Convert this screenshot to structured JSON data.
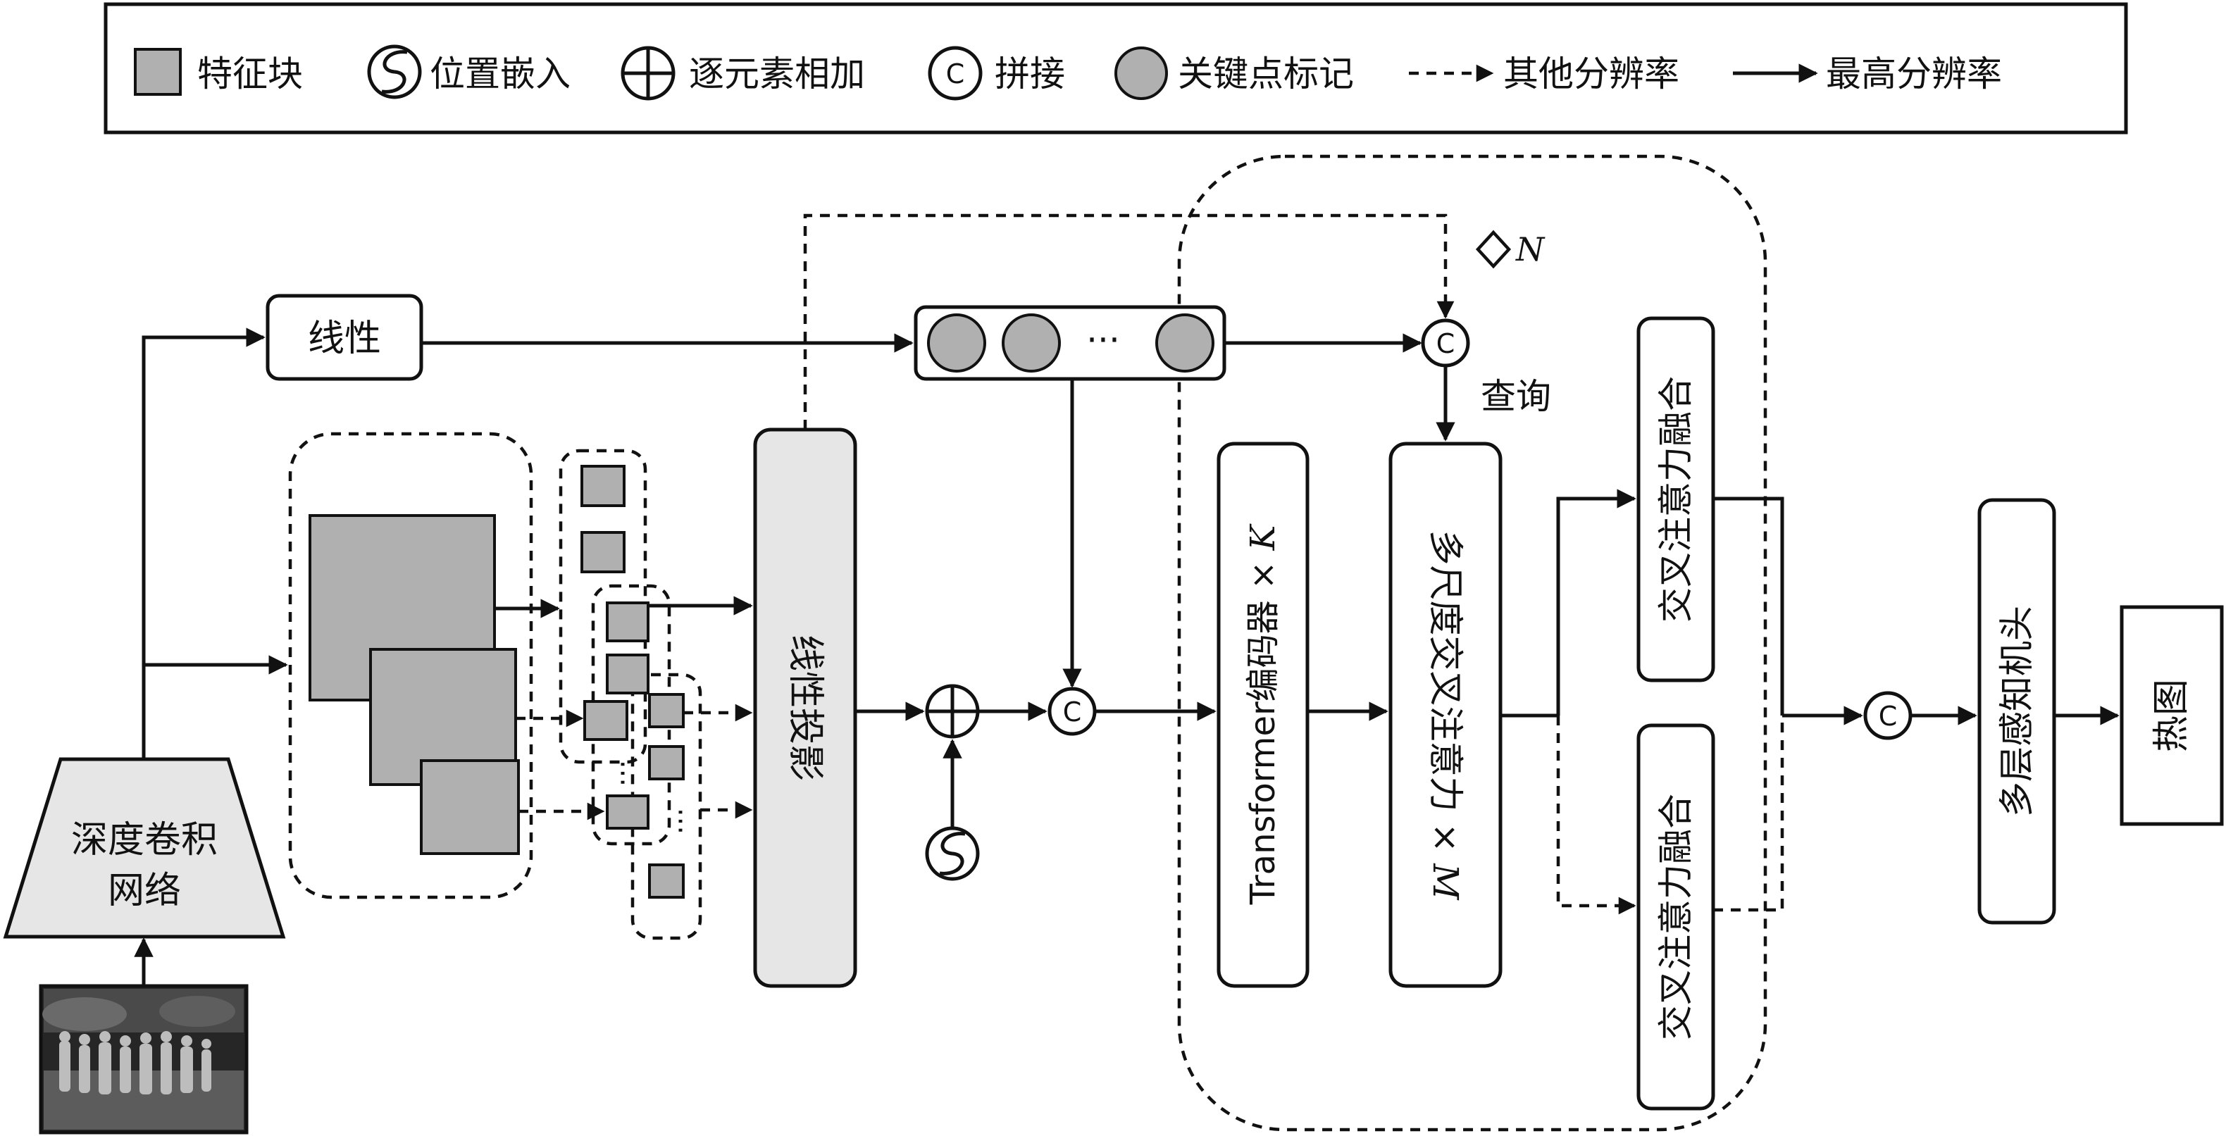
{
  "legend": {
    "feature_block": "特征块",
    "pos_embed": "位置嵌入",
    "elementwise_add": "逐元素相加",
    "concat": "拼接",
    "keypoint_token": "关键点标记",
    "other_res": "其他分辨率",
    "highest_res": "最高分辨率"
  },
  "nodes": {
    "cnn_line1": "深度卷积",
    "cnn_line2": "网络",
    "linear": "线性",
    "linear_proj": "线性投影",
    "transformer": "Transformer编码器 × ",
    "transformer_var": "K",
    "multiscale": "多尺度交叉注意力 × ",
    "multiscale_var": "M",
    "cross_fuse_top": "交叉注意力融合",
    "cross_fuse_bottom": "交叉注意力融合",
    "mlp_head": "多层感知机头",
    "heatmap": "热图",
    "query": "查询",
    "repeat_var": "N",
    "dots": "···",
    "concat_symbol": "C"
  }
}
